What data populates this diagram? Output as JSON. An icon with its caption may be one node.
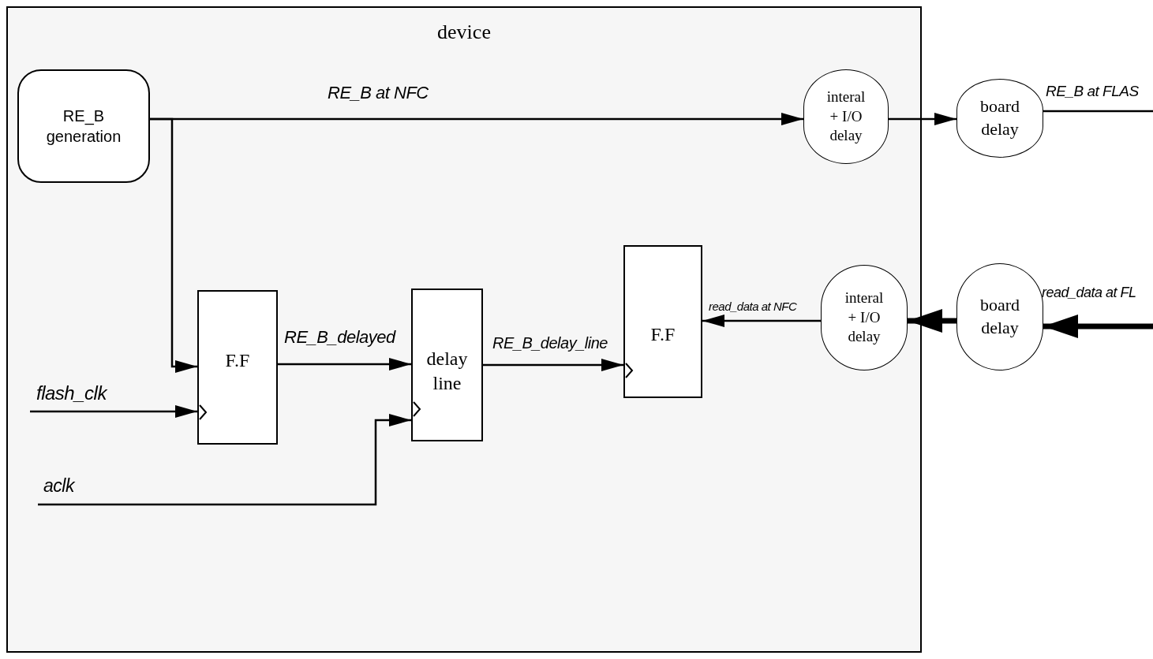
{
  "diagram": {
    "nodes": [
      {
        "text": [
          "device"
        ]
      },
      {
        "text": [
          "RE_B generation"
        ],
        "in": 0
      },
      {
        "text": [
          "interal + I/O delay"
        ],
        "in": 0
      },
      {
        "text": [
          "board delay"
        ]
      },
      {
        "text": [
          "F.F"
        ],
        "in": 0
      },
      {
        "text": [
          "delay line"
        ],
        "in": 0
      },
      {
        "text": [
          "F.F"
        ],
        "in": 0
      },
      {
        "text": [
          "interal + I/O delay"
        ],
        "in": 0
      },
      {
        "text": [
          "board delay"
        ]
      }
    ],
    "edges": [
      {
        "from": 1,
        "to": 2,
        "arrow": "to",
        "label": "RE_B at NFC"
      },
      {
        "from": 1,
        "to": 4,
        "arrow": "to"
      },
      {
        "from": 2,
        "to": 3,
        "arrow": "to"
      },
      {
        "from": 3,
        "to": null,
        "arrow": "none",
        "label": "RE_B at FLAS"
      },
      {
        "from": null,
        "to": 4,
        "arrow": "to",
        "label": "flash_clk"
      },
      {
        "from": 4,
        "to": 5,
        "arrow": "to",
        "label": "RE_B_delayed"
      },
      {
        "from": null,
        "to": 5,
        "arrow": "to",
        "label": "aclk"
      },
      {
        "from": 5,
        "to": 6,
        "arrow": "to",
        "label": "RE_B_delay_line"
      },
      {
        "from": 7,
        "to": 6,
        "arrow": "to",
        "label": "read_data at NFC"
      },
      {
        "from": 8,
        "to": 7,
        "arrow": "to",
        "style": "thick"
      },
      {
        "from": null,
        "to": 8,
        "arrow": "to",
        "style": "thick",
        "label": "read_data at FL"
      }
    ]
  }
}
